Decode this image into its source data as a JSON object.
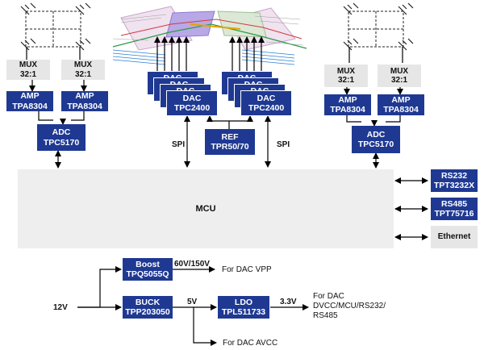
{
  "mux_label": "MUX\n32:1",
  "amp": {
    "line1": "AMP",
    "line2": "TPA8304"
  },
  "adc": {
    "line1": "ADC",
    "line2": "TPC5170"
  },
  "dac": {
    "line1": "DAC",
    "line2": "TPC2400",
    "stack_label": "DAC"
  },
  "ref": {
    "line1": "REF",
    "line2": "TPR50/70"
  },
  "spi_label": "SPI",
  "mcu_label": "MCU",
  "rs232": {
    "line1": "RS232",
    "line2": "TPT3232X"
  },
  "rs485": {
    "line1": "RS485",
    "line2": "TPT75716"
  },
  "ethernet_label": "Ethernet",
  "boost": {
    "line1": "Boost",
    "line2": "TPQ5055Q",
    "out": "60V/150V",
    "dest": "For DAC VPP"
  },
  "buck": {
    "line1": "BUCK",
    "line2": "TPP203050",
    "out": "5V",
    "dest": "For DAC AVCC"
  },
  "ldo": {
    "line1": "LDO",
    "line2": "TPL511733",
    "out": "3.3V",
    "dest1": "For DAC",
    "dest2": "DVCC/MCU/RS232/",
    "dest3": "RS485"
  },
  "input_voltage": "12V",
  "colors": {
    "block_blue": "#1f3992",
    "block_grey": "#e6e6e6",
    "mcu_grey": "#eeeeee"
  }
}
